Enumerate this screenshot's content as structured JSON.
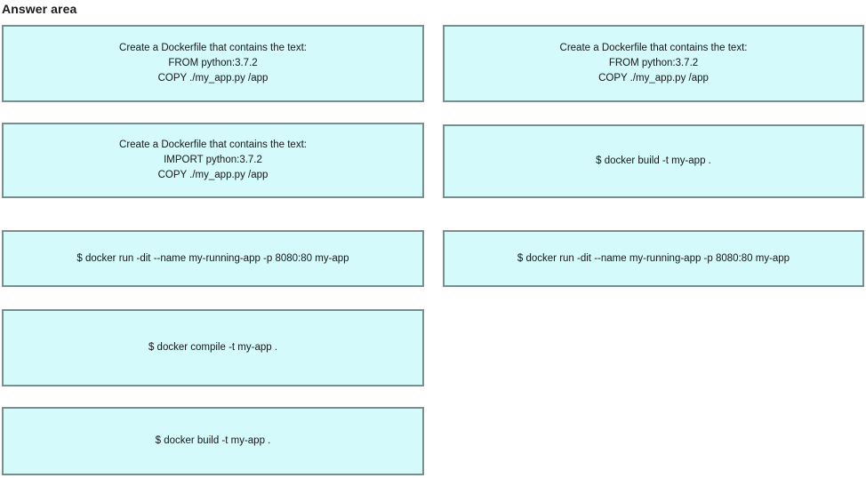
{
  "page": {
    "title": "Answer area",
    "colors": {
      "box_fill": "#d4fafc",
      "box_border": "#7f8c8d",
      "text": "#171717",
      "background": "#ffffff"
    }
  },
  "left_column": {
    "options": [
      {
        "id": "dockerfile-from",
        "text": "Create a Dockerfile that contains the text:\nFROM python:3.7.2\nCOPY ./my_app.py /app"
      },
      {
        "id": "dockerfile-import",
        "text": "Create a Dockerfile that contains the text:\nIMPORT python:3.7.2\nCOPY ./my_app.py /app"
      },
      {
        "id": "docker-run",
        "text": "$ docker run -dit --name my-running-app -p 8080:80 my-app"
      },
      {
        "id": "docker-compile",
        "text": "$ docker compile -t my-app ."
      },
      {
        "id": "docker-build",
        "text": "$ docker build -t my-app ."
      }
    ]
  },
  "right_column": {
    "options": [
      {
        "id": "answer-dockerfile-from",
        "text": "Create a Dockerfile that contains the text:\nFROM python:3.7.2\nCOPY ./my_app.py /app"
      },
      {
        "id": "answer-docker-build",
        "text": "$ docker build -t my-app ."
      },
      {
        "id": "answer-docker-run",
        "text": "$ docker run -dit --name my-running-app -p 8080:80 my-app"
      }
    ]
  }
}
